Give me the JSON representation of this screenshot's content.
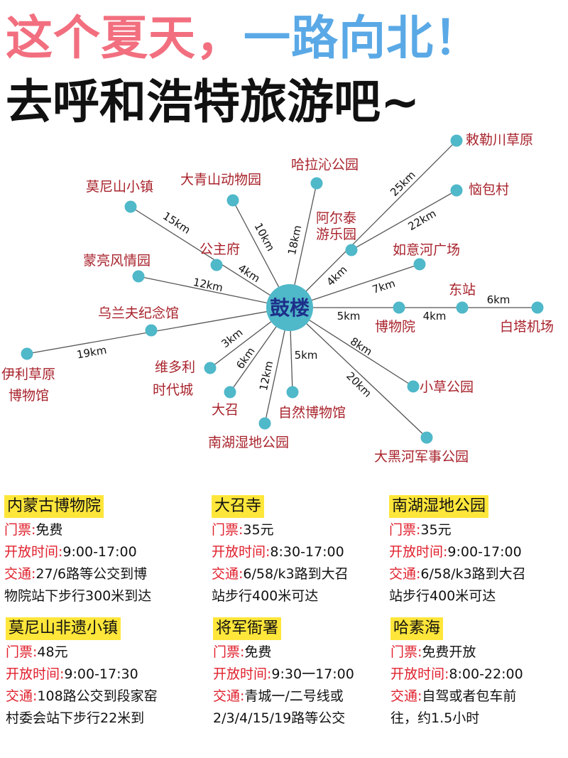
{
  "header": {
    "line1_part1": "这个夏天，",
    "line1_part2": "一路向北！",
    "line2": "去呼和浩特旅游吧~"
  },
  "colors": {
    "title_pink": "#f26f7f",
    "title_blue": "#5aa9e6",
    "node": "#4fb8c9",
    "label_red": "#a8232c",
    "highlight": "#ffe63a",
    "key_red": "#e0202d"
  },
  "map": {
    "hub": {
      "label": "鼓楼"
    },
    "nodes": {
      "chilechuan": "敕勒川草原",
      "naobao": "恼包村",
      "haraqin": "哈拉沁公园",
      "aertai": "阿尔泰游乐园",
      "daqingshan": "大青山动物园",
      "monishan": "莫尼山小镇",
      "gongzhufu": "公主府",
      "mengliang": "蒙亮风情园",
      "ruyihe": "如意河广场",
      "dongzhan": "东站",
      "baita": "白塔机场",
      "bowuyuan": "博物院",
      "wulanfu": "乌兰夫纪念馆",
      "yili": "伊利草原博物馆",
      "weiduoli": "维多利时代城",
      "dazhao": "大召",
      "ziran": "自然博物馆",
      "nanhu": "南湖湿地公园",
      "xiaocao": "小草公园",
      "daheihe": "大黑河军事公园"
    },
    "distances": {
      "chilechuan": "25km",
      "naobao": "22km",
      "haraqin": "18km",
      "aertai": "4km",
      "daqingshan": "10km",
      "monishan": "15km",
      "gongzhufu": "4km",
      "mengliang": "12km",
      "ruyihe": "7km",
      "bowuyuan": "5km",
      "dongzhan": "4km",
      "baita": "6km",
      "yili": "19km",
      "weiduoli": "3km",
      "dazhao": "6km",
      "nanhu": "12km",
      "ziran": "5km",
      "xiaocao": "8km",
      "daheihe": "20km"
    }
  },
  "cards": [
    {
      "title": "内蒙古博物院",
      "ticket_key": "门票:",
      "ticket": "免费",
      "hours_key": "开放时间:",
      "hours": "9:00-17:00",
      "traffic_key": "交通:",
      "traffic_1": "27/6路等公交到博",
      "traffic_2": "物院站下步行300米到达"
    },
    {
      "title": "大召寺",
      "ticket_key": "门票:",
      "ticket": "35元",
      "hours_key": "开放时间:",
      "hours": "8:30-17:00",
      "traffic_key": "交通:",
      "traffic_1": "6/58/k3路到大召",
      "traffic_2": "站步行400米可达"
    },
    {
      "title": "南湖湿地公园",
      "ticket_key": "门票:",
      "ticket": "35元",
      "hours_key": "开放时间:",
      "hours": "9:00-17:00",
      "traffic_key": "交通:",
      "traffic_1": "6/58/k3路到大召",
      "traffic_2": "站步行400米可达"
    },
    {
      "title": "莫尼山非遗小镇",
      "ticket_key": "门票:",
      "ticket": "48元",
      "hours_key": "开放时间:",
      "hours": "9:00-17:30",
      "traffic_key": "交通:",
      "traffic_1": "108路公交到段家窑",
      "traffic_2": "村委会站下步行22米到"
    },
    {
      "title": "将军衙署",
      "ticket_key": "门票:",
      "ticket": "免费",
      "hours_key": "开放时间:",
      "hours": "9:30一17:00",
      "traffic_key": "交通:",
      "traffic_1": "青城一/二号线或",
      "traffic_2": "2/3/4/15/19路等公交"
    },
    {
      "title": "哈素海",
      "ticket_key": "门票:",
      "ticket": "免费开放",
      "hours_key": "开放时间:",
      "hours": "8:00-22:00",
      "traffic_key": "交通:",
      "traffic_1": "自驾或者包车前",
      "traffic_2": "往，约1.5小时"
    }
  ]
}
